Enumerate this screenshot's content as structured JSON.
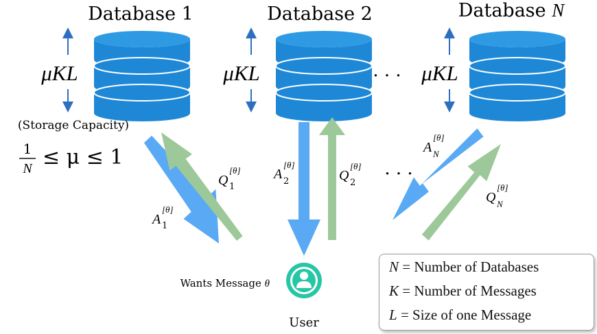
{
  "databases": [
    {
      "title": "Database 1",
      "capacity_label": "μKL"
    },
    {
      "title": "Database 2",
      "capacity_label": "μKL"
    },
    {
      "title": "Database ",
      "title_var": "N",
      "capacity_label": "μKL"
    }
  ],
  "storage_caption": "(Storage Capacity)",
  "mu_range": {
    "num": "1",
    "den": "N",
    "rest": "≤ μ ≤ 1"
  },
  "ellipsis": "· · ·",
  "links": [
    {
      "answer": "A",
      "answer_sub": "1",
      "query": "Q",
      "query_sub": "1",
      "sup": "[θ]"
    },
    {
      "answer": "A",
      "answer_sub": "2",
      "query": "Q",
      "query_sub": "2",
      "sup": "[θ]"
    },
    {
      "answer": "A",
      "answer_sub": "N",
      "query": "Q",
      "query_sub": "N",
      "sup": "[θ]"
    }
  ],
  "user": {
    "label": "User",
    "wants_text": "Wants Message ",
    "wants_var": "θ"
  },
  "legend": [
    {
      "var": "N",
      "text": " = Number of Databases"
    },
    {
      "var": "K",
      "text": " = Number of Messages"
    },
    {
      "var": "L",
      "text": " = Size of one Message"
    }
  ],
  "colors": {
    "database": "#1e88d6",
    "answer_arrow": "#5aa9f4",
    "query_arrow": "#9cc89a",
    "capacity_arrow": "#2d6fbe",
    "user_icon": "#27c6a4"
  }
}
